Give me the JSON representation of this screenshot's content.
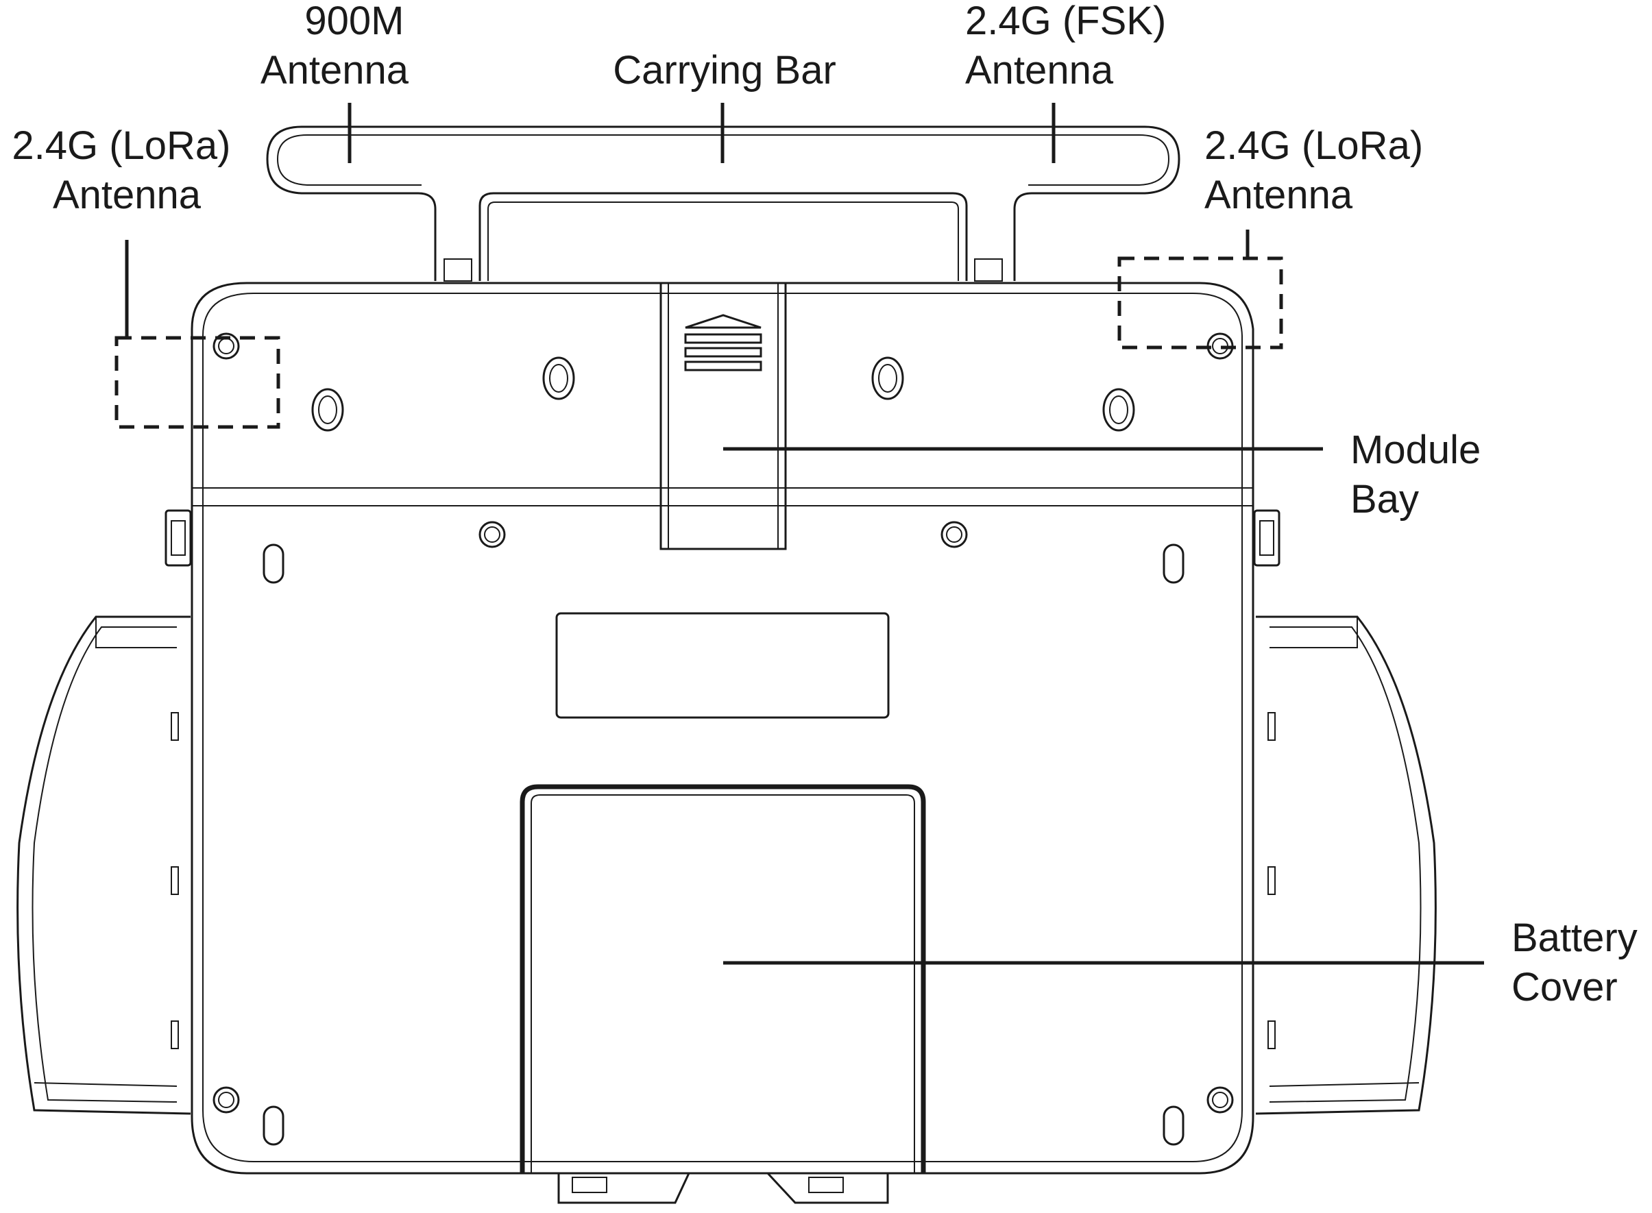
{
  "labels": {
    "antenna_900m": [
      "900M",
      "Antenna"
    ],
    "carrying_bar": [
      "Carrying Bar"
    ],
    "antenna_fsk": [
      "2.4G (FSK)",
      "Antenna"
    ],
    "antenna_lora_left": [
      "2.4G (LoRa)",
      "Antenna"
    ],
    "antenna_lora_right": [
      "2.4G (LoRa)",
      "Antenna"
    ],
    "module_bay": [
      "Module",
      "Bay"
    ],
    "battery_cover": [
      "Battery",
      "Cover"
    ]
  },
  "colors": {
    "line": "#1a1a1a",
    "background": "#ffffff"
  }
}
